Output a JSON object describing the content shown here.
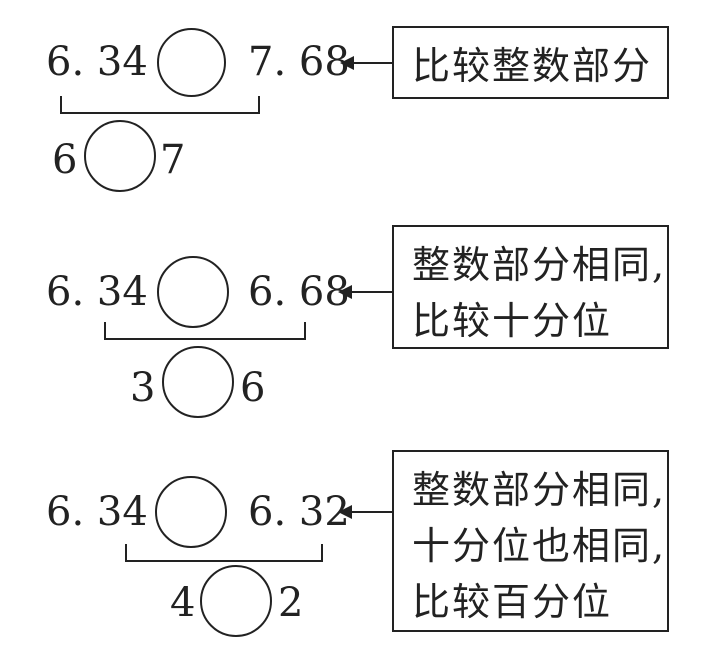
{
  "rows": [
    {
      "left": "6. 34",
      "right": "7. 68",
      "sub_left": "6",
      "sub_right": "7",
      "note_lines": [
        "比较整数部分"
      ]
    },
    {
      "left": "6. 34",
      "right": "6. 68",
      "sub_left": "3",
      "sub_right": "6",
      "note_lines": [
        "整数部分相同,",
        "比较十分位"
      ]
    },
    {
      "left": "6. 34",
      "right": "6. 32",
      "sub_left": "4",
      "sub_right": "2",
      "note_lines": [
        "整数部分相同,",
        "十分位也相同,",
        "比较百分位"
      ]
    }
  ]
}
